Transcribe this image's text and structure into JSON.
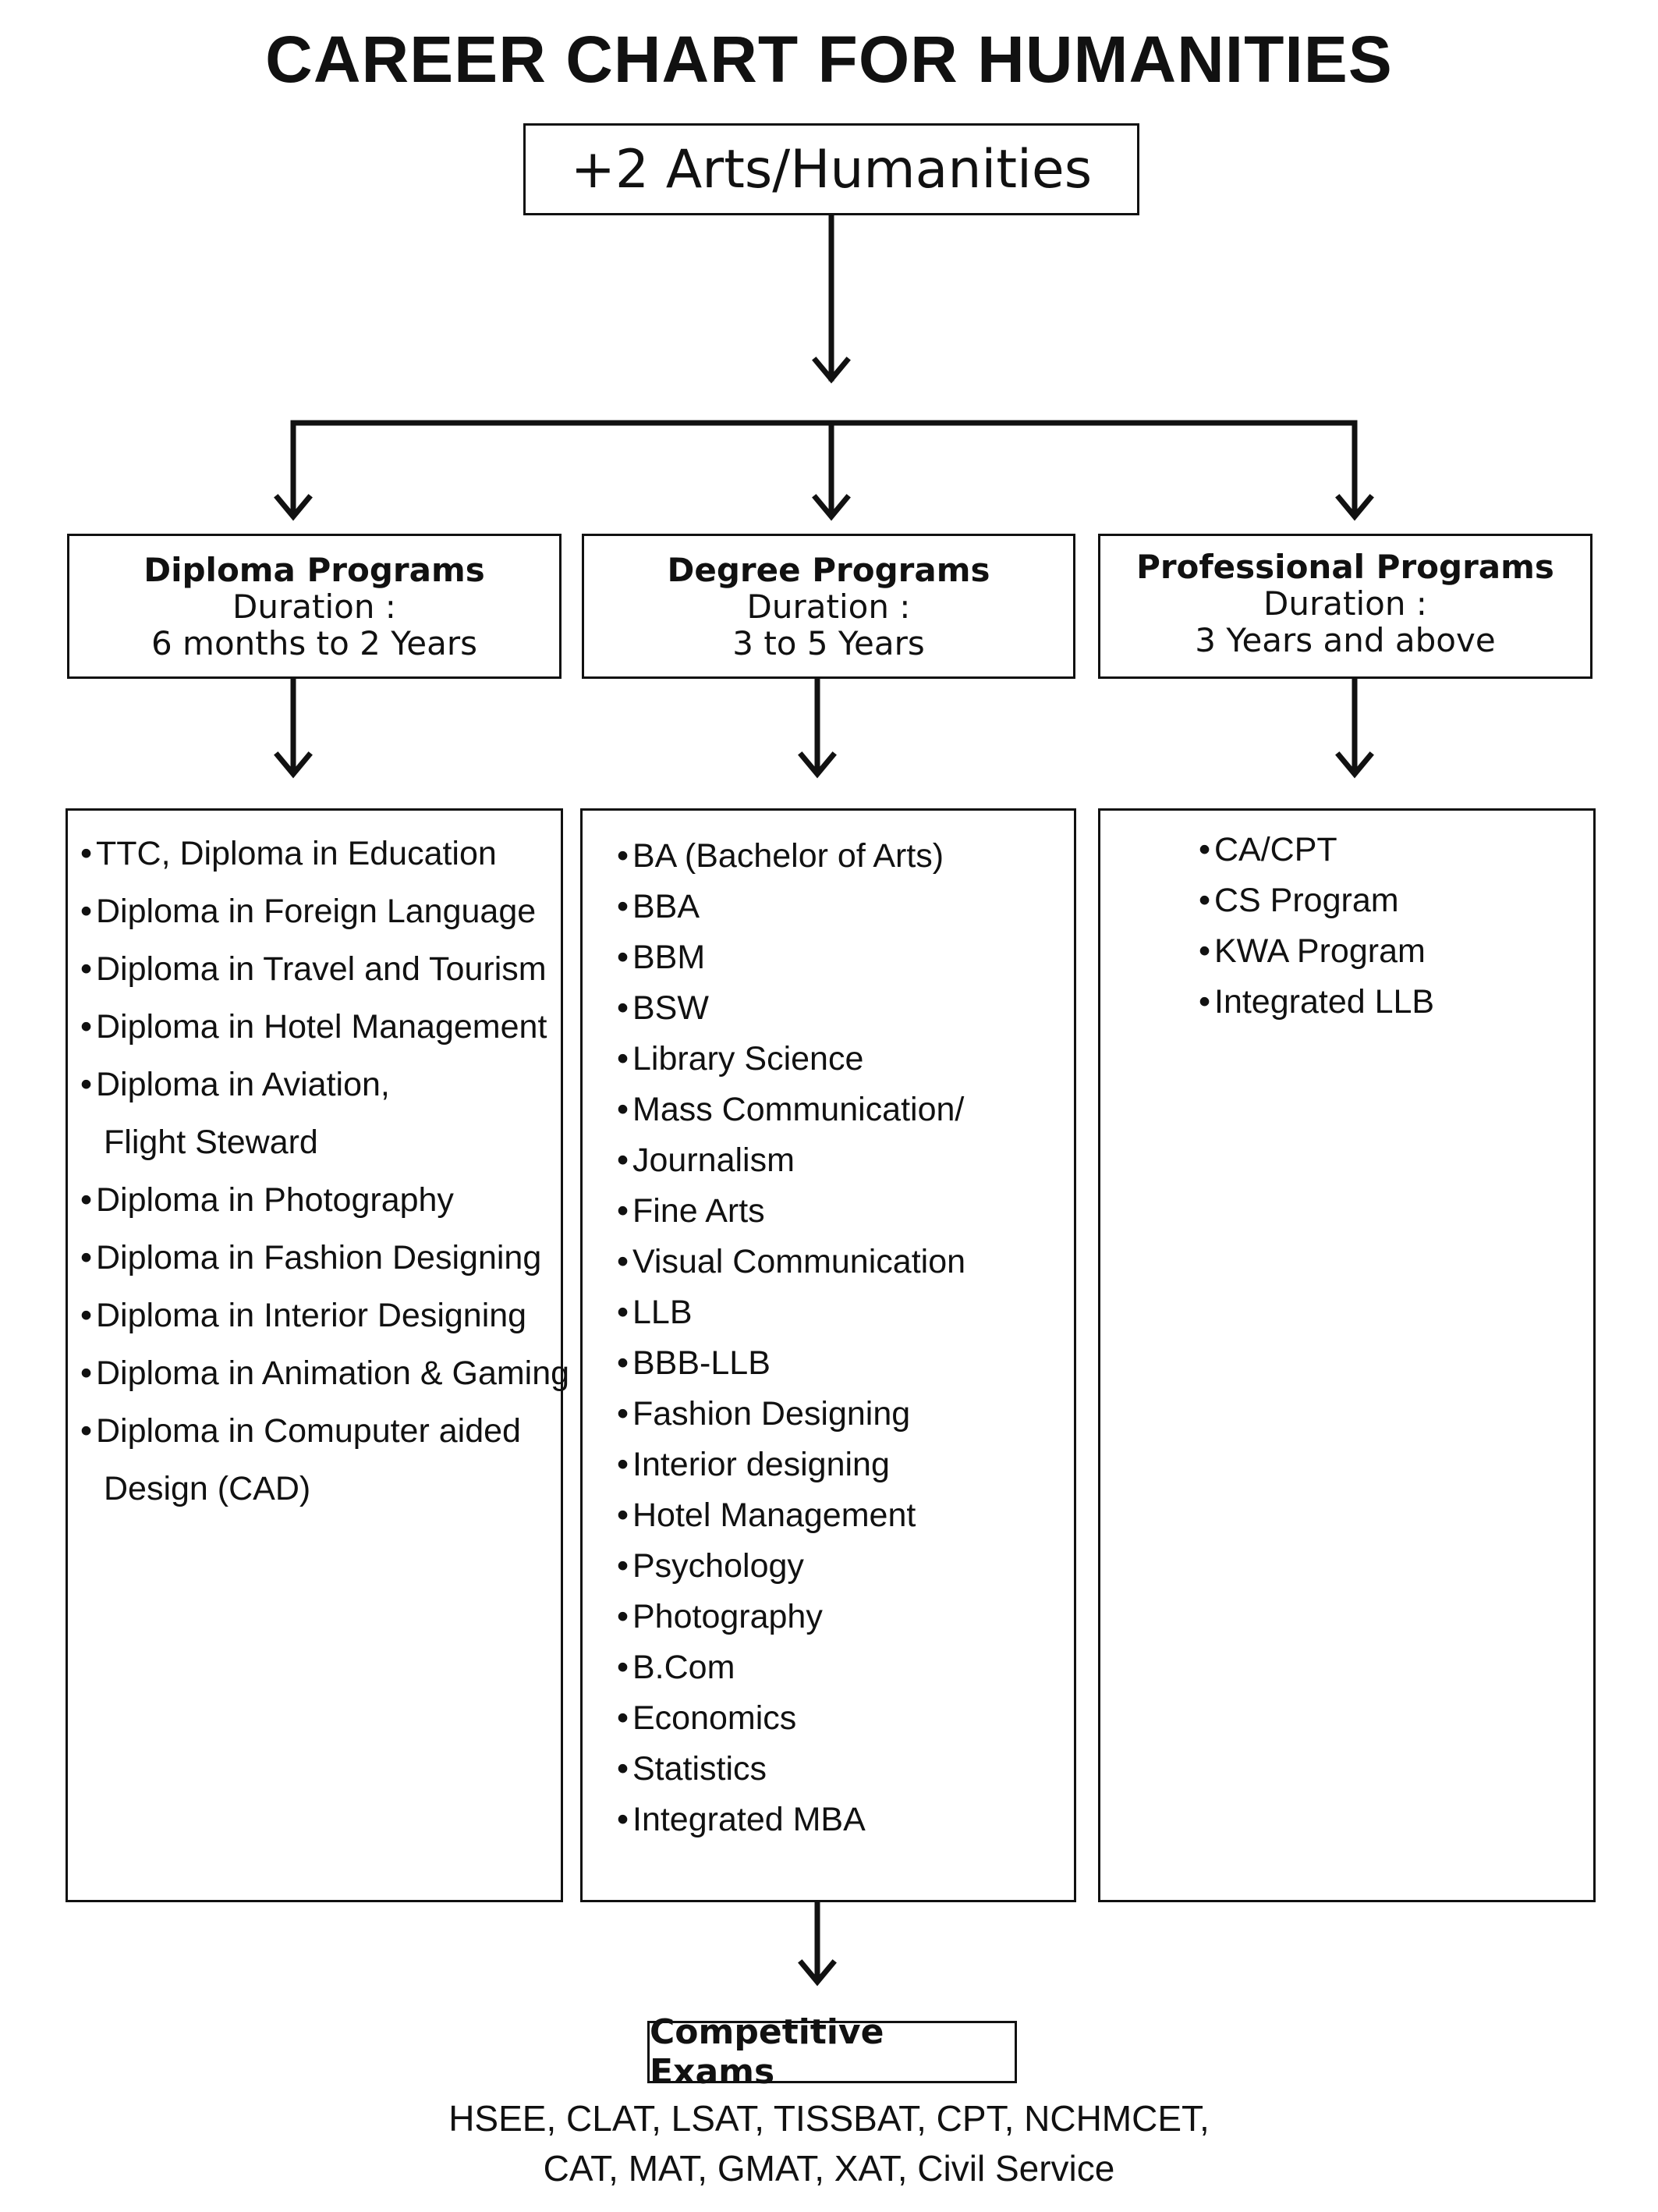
{
  "title": "CAREER CHART FOR HUMANITIES",
  "root": "+2 Arts/Humanities",
  "categories": [
    {
      "title": "Diploma Programs",
      "duration_label": "Duration :",
      "duration": "6 months to 2 Years"
    },
    {
      "title": "Degree Programs",
      "duration_label": "Duration :",
      "duration": "3 to 5 Years"
    },
    {
      "title": "Professional Programs",
      "duration_label": "Duration :",
      "duration": "3 Years and above"
    }
  ],
  "diploma_items": [
    {
      "text": "TTC, Diploma in Education"
    },
    {
      "text": "Diploma in Foreign Language"
    },
    {
      "text": "Diploma in Travel and Tourism"
    },
    {
      "text": "Diploma in Hotel Management"
    },
    {
      "text": "Diploma in Aviation,",
      "cont": "Flight Steward"
    },
    {
      "text": "Diploma in Photography"
    },
    {
      "text": "Diploma in Fashion Designing"
    },
    {
      "text": "Diploma in Interior Designing"
    },
    {
      "text": "Diploma in Animation & Gaming"
    },
    {
      "text": "Diploma in Comuputer aided",
      "cont": "Design (CAD)"
    }
  ],
  "degree_items": [
    "BA (Bachelor of Arts)",
    "BBA",
    "BBM",
    "BSW",
    "Library Science",
    "Mass Communication/",
    "Journalism",
    "Fine Arts",
    "Visual Communication",
    "LLB",
    "BBB-LLB",
    "Fashion Designing",
    "Interior designing",
    "Hotel Management",
    "Psychology",
    "Photography",
    "B.Com",
    "Economics",
    "Statistics",
    "Integrated MBA"
  ],
  "professional_items": [
    "CA/CPT",
    "CS Program",
    "KWA Program",
    "Integrated LLB"
  ],
  "exams": {
    "title": "Competitive Exams",
    "line1": "HSEE, CLAT, LSAT, TISSBAT, CPT, NCHMCET,",
    "line2": "CAT, MAT, GMAT, XAT, Civil Service"
  }
}
